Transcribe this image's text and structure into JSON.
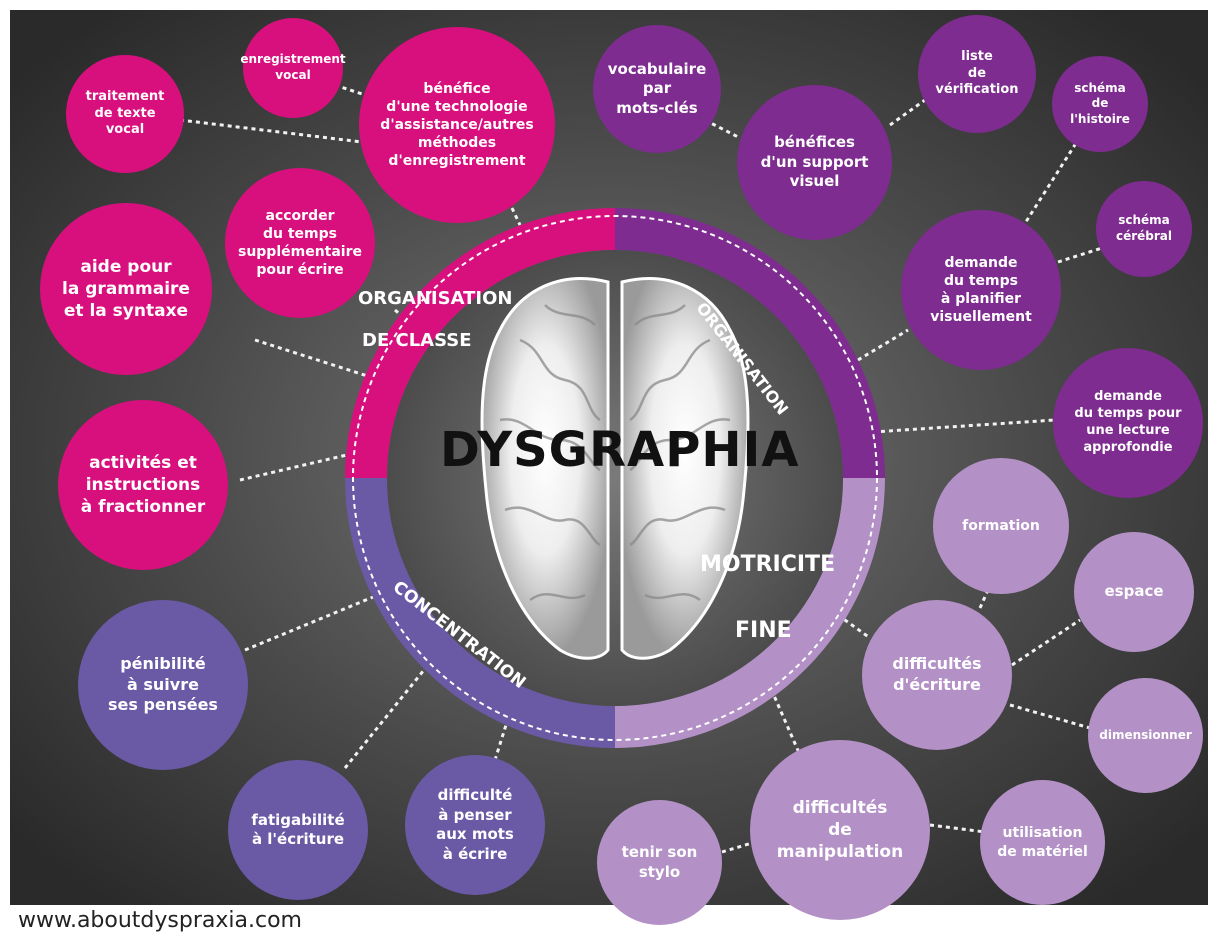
{
  "title": "DYSGRAPHIA",
  "footer": "www.aboutdyspraxia.com",
  "colors": {
    "background": "#555555",
    "organisation_de_classe": "#d8107e",
    "organisation": "#7e2c8f",
    "concentration": "#6a5aa6",
    "motricite_fine": "#b391c6"
  },
  "segments": {
    "organisation_de_classe_1": "ORGANISATION",
    "organisation_de_classe_2": "DE CLASSE",
    "organisation": "ORGANISATION",
    "concentration": "CONCENTRATION",
    "motricite_fine_1": "MOTRICITE",
    "motricite_fine_2": "FINE"
  },
  "bubbles": {
    "traitement": "traitement\nde texte\nvocal",
    "enregistrement": "enregistrement\nvocal",
    "benefice_techno": "bénéfice\nd'une technologie\nd'assistance/autres\nméthodes\nd'enregistrement",
    "accorder": "accorder\ndu temps\nsupplémentaire\npour écrire",
    "aide_grammaire": "aide pour\nla grammaire\net la syntaxe",
    "activites": "activités et\ninstructions\nà fractionner",
    "vocabulaire": "vocabulaire\npar\nmots-clés",
    "benefices_visuel": "bénéfices\nd'un support\nvisuel",
    "liste": "liste\nde\nvérification",
    "schema_histoire": "schéma\nde\nl'histoire",
    "schema_cerebral": "schéma\ncérébral",
    "planifier": "demande\ndu temps\nà planifier\nvisuellement",
    "lecture": "demande\ndu temps pour\nune lecture\napprofondie",
    "formation": "formation",
    "espace": "espace",
    "difficultes_ecriture": "difficultés\nd'écriture",
    "dimensionner": "dimensionner",
    "utilisation": "utilisation\nde matériel",
    "manipulation": "difficultés\nde\nmanipulation",
    "tenir": "tenir son\nstylo",
    "penser": "difficulté\nà penser\naux mots\nà écrire",
    "fatigabilite": "fatigabilité\nà l'écriture",
    "penibilite": "pénibilité\nà suivre\nses pensées"
  }
}
